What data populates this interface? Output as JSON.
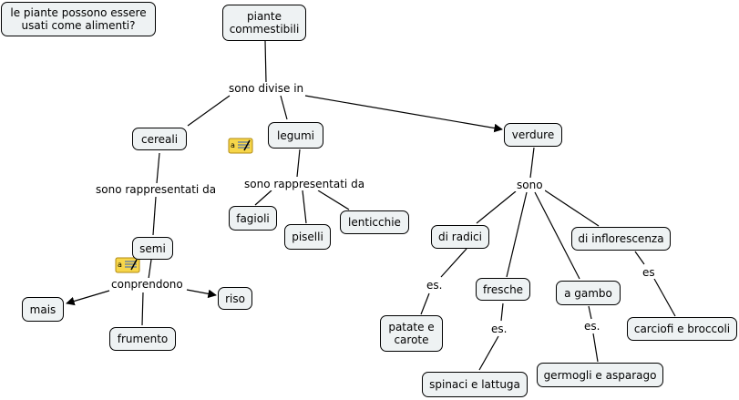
{
  "nodes": {
    "question": "le piante possono essere\nusati come alimenti?",
    "root": "piante\ncommestibili",
    "cereali": "cereali",
    "legumi": "legumi",
    "verdure": "verdure",
    "semi": "semi",
    "mais": "mais",
    "riso": "riso",
    "frumento": "frumento",
    "fagioli": "fagioli",
    "piselli": "piselli",
    "lenticchie": "lenticchie",
    "di_radici": "di radici",
    "fresche": "fresche",
    "a_gambo": "a gambo",
    "di_infiorescenza": "di inflorescenza",
    "patate_carote": "patate e\ncarote",
    "spinaci": "spinaci e lattuga",
    "germogli": "germogli e asparago",
    "carciofi": "carciofi e broccoli"
  },
  "phrases": {
    "sono_divise_in": "sono divise in",
    "rappr_cereali": "sono rappresentati da",
    "rappr_legumi": "sono rappresentati da",
    "conprendono": "conprendono",
    "sono": "sono",
    "es_radici": "es.",
    "es_fresche": "es.",
    "es_gambo": "es.",
    "es_infior": "es"
  },
  "icons": [
    "note-icon",
    "note-icon"
  ],
  "colors": {
    "node_fill": "#eef2f3",
    "note_yellow": "#f7d64a"
  }
}
